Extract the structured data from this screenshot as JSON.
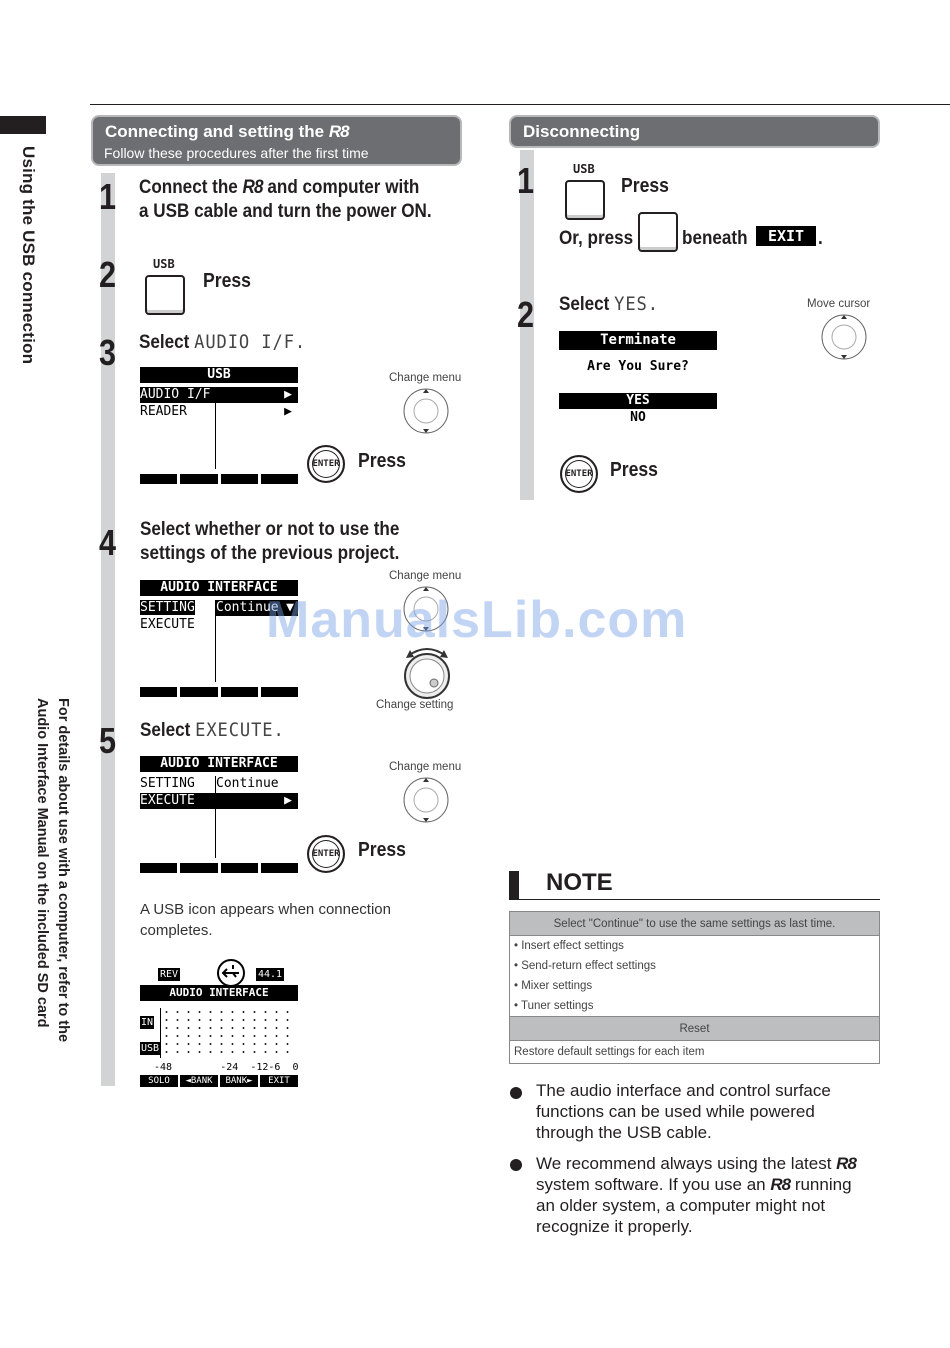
{
  "side": {
    "title": "Using the USB connection",
    "note_line1": "For details about use with a computer, refer to the",
    "note_line2": "Audio Interface Manual on the included SD card"
  },
  "left": {
    "header_title_pre": "Connecting and setting the",
    "header_title_r8": "R8",
    "header_sub": "Follow these procedures after the first time",
    "steps": {
      "n1": "1",
      "s1_a": "Connect the",
      "s1_r8": "R8",
      "s1_b": "and computer with",
      "s1_c": "a USB cable and turn the power ON.",
      "n2": "2",
      "s2_usb": "USB",
      "s2_press": "Press",
      "n3": "3",
      "s3_a": "Select",
      "s3_b": "AUDIO I/F.",
      "n4": "4",
      "s4_a": "Select whether or not to use the",
      "s4_b": "settings of the previous project.",
      "n5": "5",
      "s5_a": "Select",
      "s5_b": "EXECUTE."
    },
    "lcd3": {
      "title": "USB",
      "row1": "AUDIO I/F",
      "row2": "READER"
    },
    "lcd4": {
      "title": "AUDIO INTERFACE",
      "row1a": "SETTING",
      "row1b": "Continue",
      "row2": "EXECUTE"
    },
    "lcd5": {
      "title": "AUDIO INTERFACE",
      "row1a": "SETTING",
      "row1b": "Continue",
      "row2": "EXECUTE"
    },
    "labels": {
      "change_menu": "Change menu",
      "change_setting": "Change setting",
      "press": "Press",
      "enter": "ENTER"
    },
    "usb_text_1": "A USB icon appears when connection",
    "usb_text_2": "completes.",
    "lcd6": {
      "rev": "REV",
      "rate": "44.1",
      "title": "AUDIO INTERFACE",
      "in": "IN",
      "usb": "USB",
      "scale": "-48        -24  -12-6  0",
      "f1": "SOLO",
      "f2": "◄BANK",
      "f3": "BANK►",
      "f4": "EXIT"
    }
  },
  "right": {
    "header_title": "Disconnecting",
    "n1": "1",
    "usb": "USB",
    "press": "Press",
    "or_press": "Or, press",
    "beneath": "beneath",
    "exit": "EXIT",
    "period": ".",
    "n2": "2",
    "s2_a": "Select",
    "s2_b": "YES.",
    "move_cursor": "Move cursor",
    "lcd": {
      "title": "Terminate",
      "q": "Are You Sure?",
      "yes": "YES",
      "no": "NO"
    },
    "enter": "ENTER",
    "press2": "Press"
  },
  "note": {
    "title": "NOTE",
    "table": {
      "h1": "Select \"Continue\" to use the same settings as last time.",
      "i1": "• Insert effect settings",
      "i2": "• Send-return effect settings",
      "i3": "• Mixer settings",
      "i4": "• Tuner settings",
      "h2": "Reset",
      "i5": "Restore default settings for each item"
    },
    "b1_1": "The audio interface and control surface",
    "b1_2": "functions can be used while powered",
    "b1_3": "through the USB cable.",
    "b2_1a": "We recommend always using the latest",
    "b2_r8a": "R8",
    "b2_2a": "system software. If you use an",
    "b2_r8b": "R8",
    "b2_2b": "running",
    "b2_3": "an older system, a computer might not",
    "b2_4": "recognize it properly."
  },
  "watermark": "ManualsLib.com"
}
